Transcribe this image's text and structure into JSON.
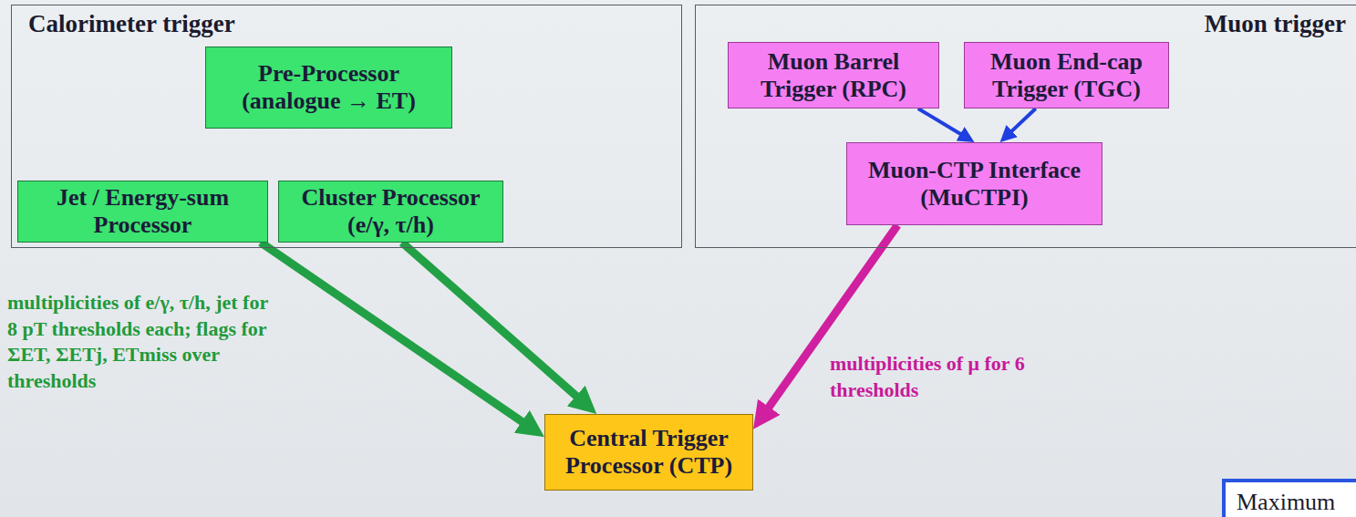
{
  "diagram": {
    "nodes": [
      {
        "text": [
          "Calorimeter trigger"
        ]
      },
      {
        "text": [
          "Pre-Processor (analogue → ET)"
        ],
        "in": 0
      },
      {
        "text": [
          "Jet / Energy-sum Processor"
        ],
        "in": 0
      },
      {
        "text": [
          "Cluster Processor (e/γ, τ/h)"
        ],
        "in": 0
      },
      {
        "text": [
          "Muon trigger"
        ]
      },
      {
        "text": [
          "Muon Barrel Trigger (RPC)"
        ],
        "in": 4
      },
      {
        "text": [
          "Muon End-cap Trigger (TGC)"
        ],
        "in": 4
      },
      {
        "text": [
          "Muon-CTP Interface (MuCTPI)"
        ],
        "in": 4
      },
      {
        "text": [
          "Central Trigger Processor (CTP)"
        ]
      },
      {
        "text": [
          "Maximum"
        ]
      }
    ],
    "edges": [
      {
        "from": 5,
        "to": 7,
        "arrow": "to"
      },
      {
        "from": 6,
        "to": 7,
        "arrow": "to"
      },
      {
        "from": 2,
        "to": 8,
        "arrow": "to"
      },
      {
        "from": 3,
        "to": 8,
        "arrow": "to"
      },
      {
        "from": 7,
        "to": 8,
        "arrow": "to"
      }
    ],
    "labels": [
      "multiplicities of e/γ, τ/h, jet for 8 pT thresholds each; flags for ΣET, ΣETj, ETmiss over thresholds",
      "multiplicities of μ for 6 thresholds"
    ]
  }
}
